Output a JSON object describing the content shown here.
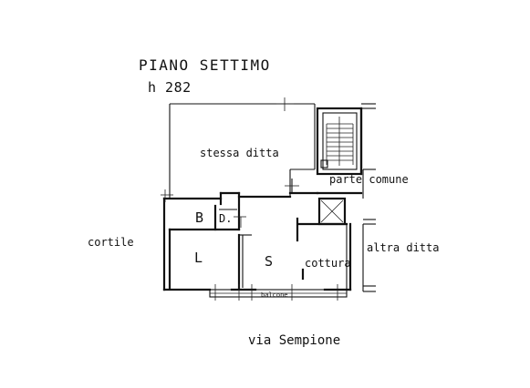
{
  "plan": {
    "title": "PIANO SETTIMO",
    "height_label": "h 282"
  },
  "rooms": {
    "stessa_ditta": "stessa ditta",
    "parte_comune": "parte comune",
    "cortile": "cortile",
    "altra_ditta": "altra ditta",
    "bagno": "B",
    "disimpegno": "D.",
    "letto": "L",
    "soggiorno": "S",
    "cottura": "cottura",
    "balcone": "balcone"
  },
  "street": {
    "name": "via Sempione"
  }
}
